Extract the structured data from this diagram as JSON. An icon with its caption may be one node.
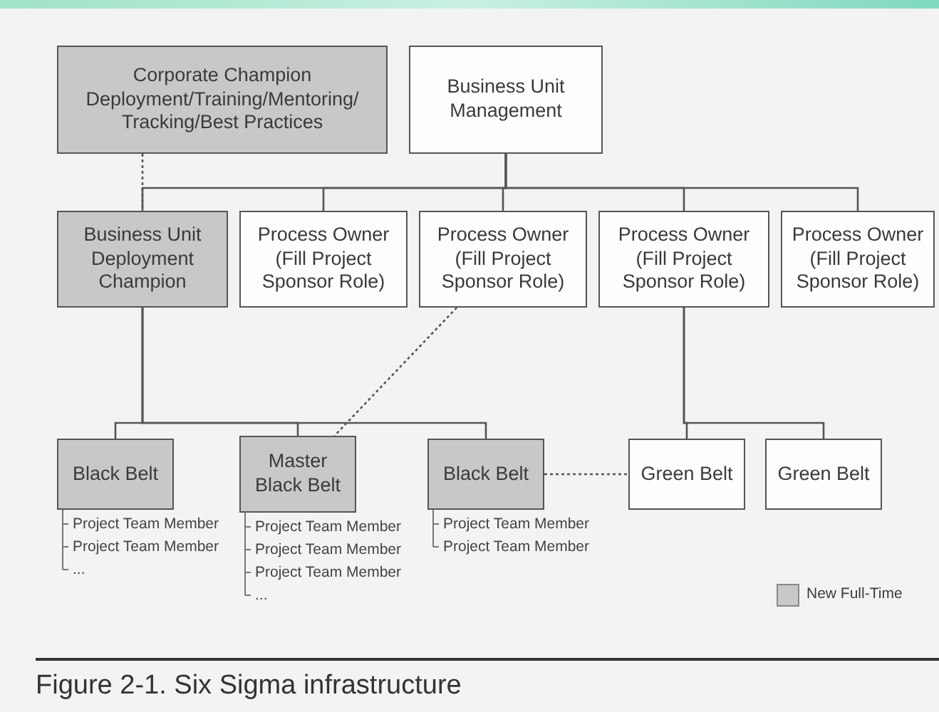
{
  "diagram": {
    "caption": "Figure 2-1. Six Sigma infrastructure",
    "nodes": [
      {
        "text": [
          "Corporate Champion",
          "Deployment/Training/Mentoring/ Tracking/Best Practices"
        ]
      },
      {
        "text": [
          "Business Unit Management"
        ]
      },
      {
        "text": [
          "Business Unit Deployment Champion"
        ]
      },
      {
        "text": [
          "Process Owner (Fill Project Sponsor Role)"
        ]
      },
      {
        "text": [
          "Process Owner (Fill Project Sponsor Role)"
        ]
      },
      {
        "text": [
          "Process Owner (Fill Project Sponsor Role)"
        ]
      },
      {
        "text": [
          "Process Owner (Fill Project Sponsor Role)"
        ]
      },
      {
        "text": [
          "Black Belt"
        ],
        "beside": [
          "Project Team Member",
          "Project Team Member",
          "..."
        ]
      },
      {
        "text": [
          "Master Black Belt"
        ],
        "beside": [
          "Project Team Member",
          "Project Team Member",
          "Project Team Member",
          "..."
        ]
      },
      {
        "text": [
          "Black Belt"
        ],
        "beside": [
          "Project Team Member",
          "Project Team Member"
        ]
      },
      {
        "text": [
          "Green Belt"
        ]
      },
      {
        "text": [
          "Green Belt"
        ]
      }
    ],
    "edges": [
      {
        "from": 0,
        "to": 2,
        "arrow": "none",
        "style": "dashed"
      },
      {
        "from": 1,
        "to": 2,
        "arrow": "none"
      },
      {
        "from": 1,
        "to": 3,
        "arrow": "none"
      },
      {
        "from": 1,
        "to": 4,
        "arrow": "none"
      },
      {
        "from": 1,
        "to": 5,
        "arrow": "none"
      },
      {
        "from": 1,
        "to": 6,
        "arrow": "none"
      },
      {
        "from": 2,
        "to": 7,
        "arrow": "none"
      },
      {
        "from": 2,
        "to": 8,
        "arrow": "none"
      },
      {
        "from": 2,
        "to": 9,
        "arrow": "none"
      },
      {
        "from": 4,
        "to": 8,
        "arrow": "none",
        "style": "dashed"
      },
      {
        "from": 5,
        "to": 10,
        "arrow": "none"
      },
      {
        "from": 5,
        "to": 11,
        "arrow": "none"
      },
      {
        "from": 9,
        "to": 10,
        "arrow": "none",
        "style": "dashed"
      }
    ],
    "legend": [
      {
        "text": "New Full-Time",
        "color": "#c8c8c8"
      }
    ]
  }
}
